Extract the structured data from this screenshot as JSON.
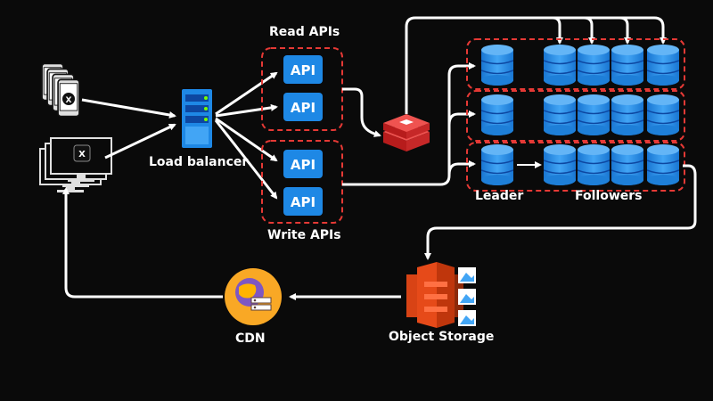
{
  "labels": {
    "read_apis": "Read APIs",
    "write_apis": "Write APIs",
    "load_balancer": "Load balancer",
    "leader": "Leader",
    "followers": "Followers",
    "object_storage": "Object Storage",
    "cdn": "CDN"
  },
  "api_boxes": [
    "API",
    "API",
    "API",
    "API"
  ],
  "client_logo": "X",
  "colors": {
    "background": "#0a0a0a",
    "api_blue": "#1e88e5",
    "cylinder_blue": "#2b8fe0",
    "dashed_red": "#e53935",
    "cache_red": "#c62828",
    "storage_red": "#d84315",
    "server_blue": "#42a5f5",
    "cdn_orange": "#f9a825",
    "arrow_white": "#ffffff"
  },
  "icons": [
    "phone-stack-icon",
    "desktop-stack-icon",
    "server-icon",
    "redis-cache-icon",
    "database-icon",
    "s3-bucket-icon",
    "image-file-icon",
    "cdn-globe-icon"
  ]
}
